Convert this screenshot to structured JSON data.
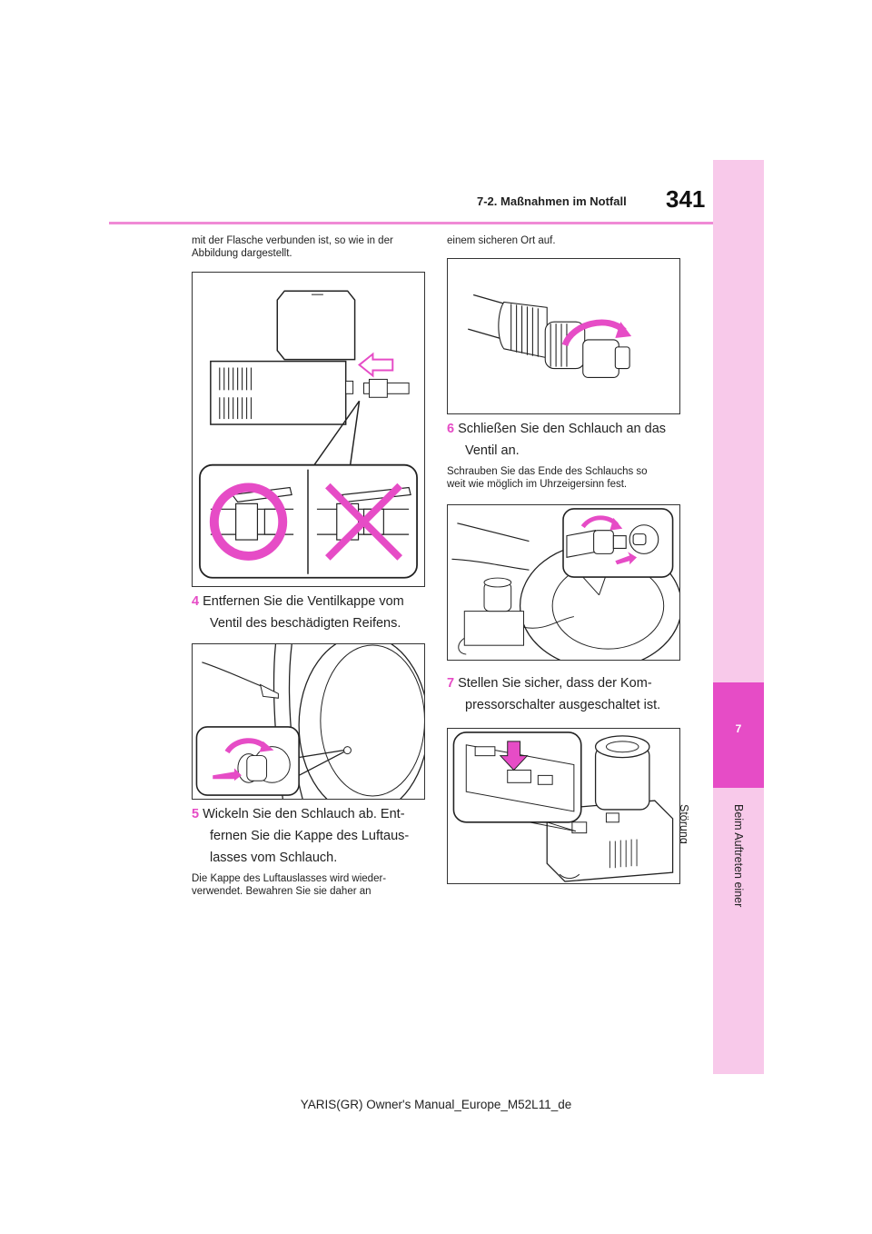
{
  "header": {
    "section": "7-2. Maßnahmen im Notfall",
    "page_number": "341"
  },
  "sidebar": {
    "chapter_number": "7",
    "chapter_title": "Beim Auftreten einer Störung"
  },
  "left_column": {
    "intro_line1": "mit der Flasche verbunden ist, so wie in der",
    "intro_line2": "Abbildung dargestellt.",
    "step4": {
      "number": "4",
      "line1": "Entfernen Sie die Ventilkappe vom",
      "line2": "Ventil des beschädigten Reifens."
    },
    "step5": {
      "number": "5",
      "line1": "Wickeln Sie den Schlauch ab. Ent-",
      "line2": "fernen Sie die Kappe des Luftaus-",
      "line3": "lasses vom Schlauch."
    },
    "note5_line1": "Die Kappe des Luftauslasses wird wieder-",
    "note5_line2": "verwendet. Bewahren Sie sie daher an"
  },
  "right_column": {
    "continuation": "einem sicheren Ort auf.",
    "step6": {
      "number": "6",
      "line1": "Schließen Sie den Schlauch an das",
      "line2": "Ventil an."
    },
    "note6_line1": "Schrauben Sie das Ende des Schlauchs so",
    "note6_line2": "weit wie möglich im Uhrzeigersinn fest.",
    "step7": {
      "number": "7",
      "line1": "Stellen Sie sicher, dass der Kom-",
      "line2": "pressorschalter ausgeschaltet ist."
    }
  },
  "footer": {
    "text": "YARIS(GR) Owner's Manual_Europe_M52L11_de"
  },
  "colors": {
    "accent": "#e64cc6",
    "sidebar": "#f8c9ea",
    "rule": "#f08ad6"
  }
}
